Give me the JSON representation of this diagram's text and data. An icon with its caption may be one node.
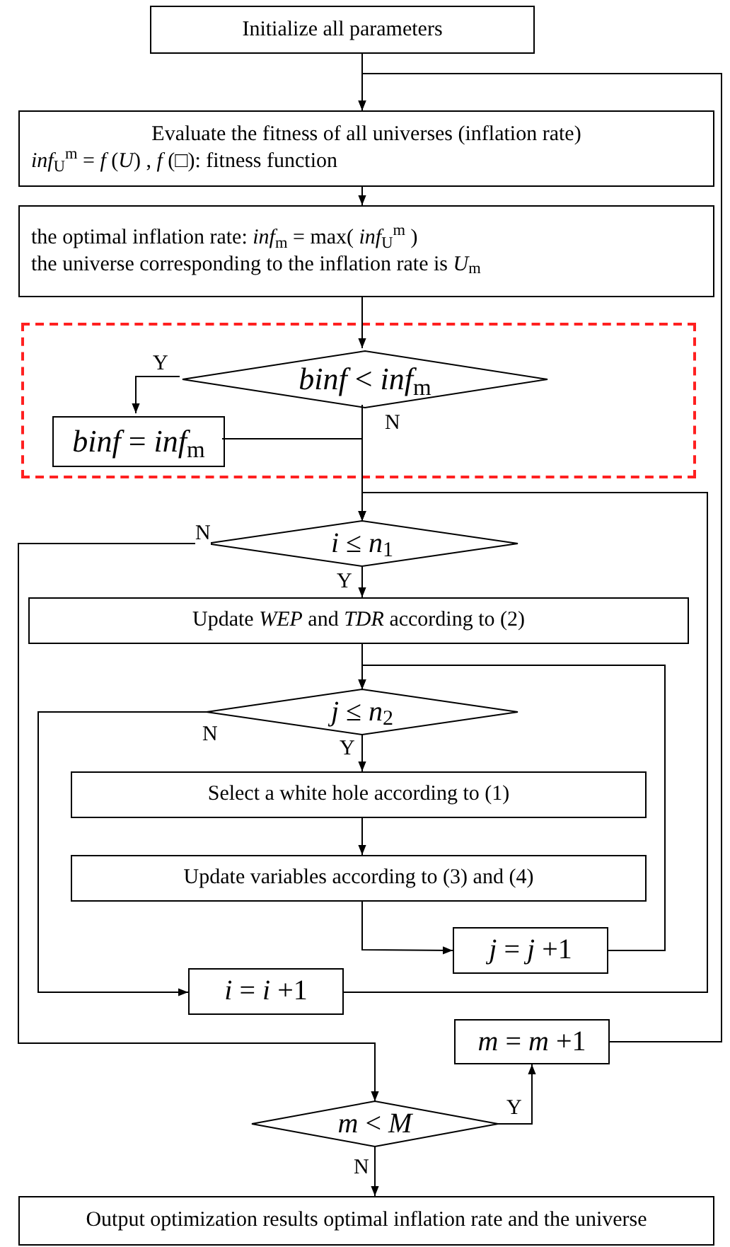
{
  "diagram": {
    "nodes": [
      {
        "text": [
          "Initialize all parameters"
        ]
      },
      {
        "text": [
          "Evaluate the fitness of all universes (inflation rate)",
          "*inf*$_{U}$$^{m}$ = *f* (*U*) , *f* (□): fitness function"
        ]
      },
      {
        "text": [
          "the optimal inflation rate: *inf*$_{m}$ = max( *inf*$_{U}$$^{m}$ )",
          "the universe corresponding to the inflation rate is *U*$_{m}$"
        ]
      },
      {
        "text": [],
        "shape": "box"
      },
      {
        "text": [
          "*binf* < *inf*$_{m}$"
        ],
        "in": 3
      },
      {
        "text": [
          "*binf* = *inf*$_{m}$"
        ],
        "in": 3
      },
      {
        "text": [
          "*i* ≤ *n*$_{1}$"
        ]
      },
      {
        "text": [
          "Update *WEP* and *TDR* according to (2)"
        ]
      },
      {
        "text": [
          "*j* ≤ *n*$_{2}$"
        ]
      },
      {
        "text": [
          "Select a white hole according to (1)"
        ]
      },
      {
        "text": [
          "Update variables according to (3) and (4)"
        ]
      },
      {
        "text": [
          "*j* = *j* +1"
        ]
      },
      {
        "text": [
          "*i* = *i* +1"
        ]
      },
      {
        "text": [
          "*m* = *m* +1"
        ]
      },
      {
        "text": [
          "*m* < *M*"
        ]
      },
      {
        "text": [
          "Output optimization results optimal inflation rate and the universe"
        ]
      }
    ],
    "edges": [
      {
        "from": 0,
        "to": 1,
        "arrow": "to"
      },
      {
        "from": 1,
        "to": 2,
        "arrow": "to"
      },
      {
        "from": 2,
        "to": 4,
        "arrow": "to"
      },
      {
        "from": 4,
        "to": 5,
        "arrow": "to",
        "label": "Y"
      },
      {
        "from": 4,
        "to": 6,
        "arrow": "to",
        "label": "N"
      },
      {
        "from": 5,
        "to": 6,
        "arrow": "to"
      },
      {
        "from": 6,
        "to": 7,
        "arrow": "to",
        "label": "Y"
      },
      {
        "from": 6,
        "to": 14,
        "arrow": "to",
        "label": "N"
      },
      {
        "from": 7,
        "to": 8,
        "arrow": "to"
      },
      {
        "from": 8,
        "to": 9,
        "arrow": "to",
        "label": "Y"
      },
      {
        "from": 8,
        "to": 12,
        "arrow": "to",
        "label": "N"
      },
      {
        "from": 9,
        "to": 10,
        "arrow": "to"
      },
      {
        "from": 10,
        "to": 11,
        "arrow": "to"
      },
      {
        "from": 11,
        "to": 8,
        "arrow": "to"
      },
      {
        "from": 12,
        "to": 6,
        "arrow": "to"
      },
      {
        "from": 14,
        "to": 13,
        "arrow": "to",
        "label": "Y"
      },
      {
        "from": 13,
        "to": 1,
        "arrow": "to"
      },
      {
        "from": 14,
        "to": 15,
        "arrow": "to",
        "label": "N"
      }
    ]
  }
}
